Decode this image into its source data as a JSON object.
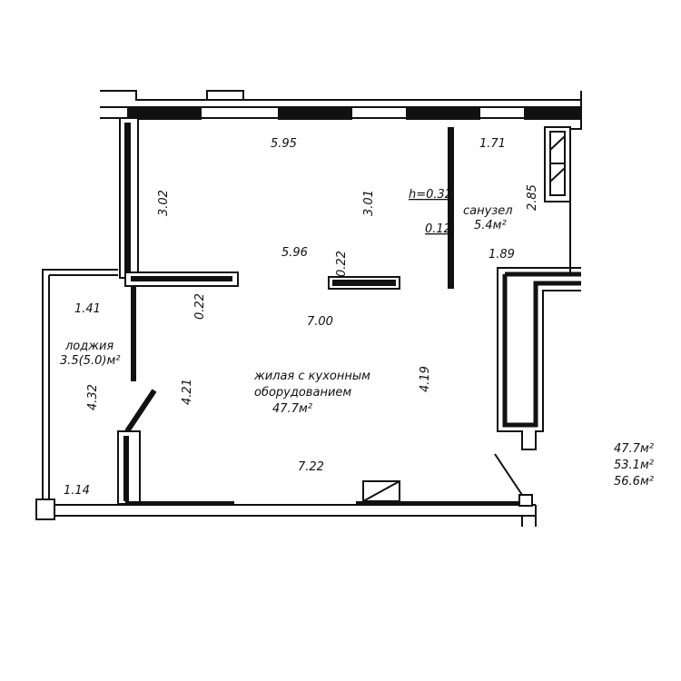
{
  "title": "Floor plan",
  "rooms": {
    "living": {
      "name_line1": "жилая с кухонным",
      "name_line2": "оборудованием",
      "area": "47.7м²"
    },
    "bathroom": {
      "name": "санузел",
      "area": "5.4м²"
    },
    "loggia": {
      "name": "лоджия",
      "area": "3.5(5.0)м²"
    }
  },
  "dimensions": {
    "top_living": "5.95",
    "top_bath": "1.71",
    "left_upper": "3.02",
    "mid_upper": "3.01",
    "bath_right": "2.85",
    "h_label": "h=0.32",
    "t_label": "0.12",
    "mid_width": "5.96",
    "pillar": "0.22",
    "bath_bottom": "1.89",
    "left_wall": "0.22",
    "loggia_width": "1.41",
    "living_width": "7.00",
    "left_lower": "4.21",
    "right_lower": "4.19",
    "loggia_height": "4.32",
    "bottom_width": "7.22",
    "loggia_bottom": "1.14"
  },
  "totals": [
    "47.7м²",
    "53.1м²",
    "56.6м²"
  ]
}
